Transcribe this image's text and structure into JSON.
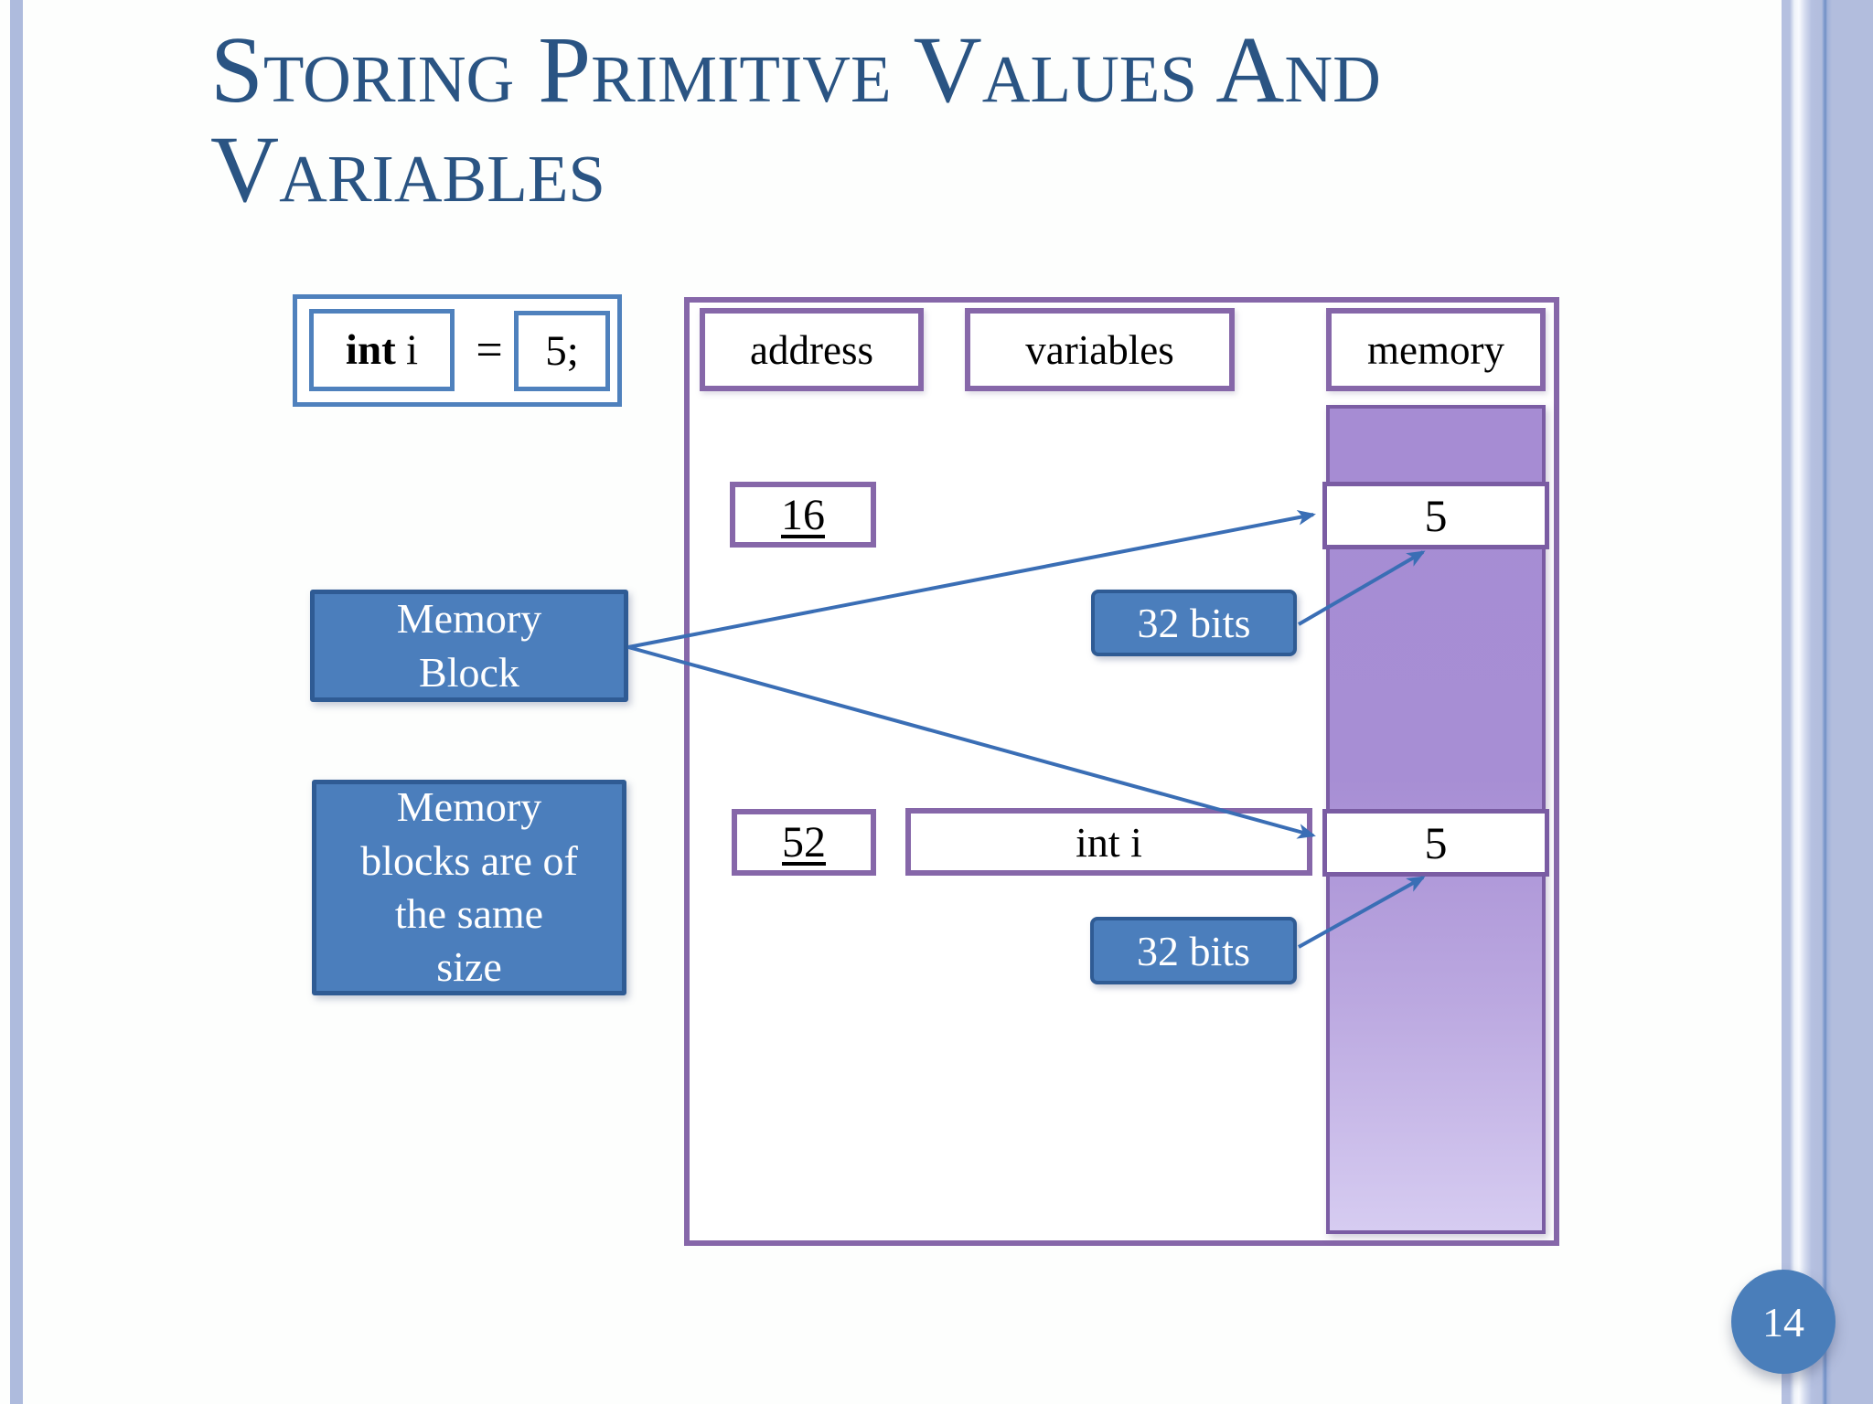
{
  "slide": {
    "title_lines": [
      "Storing Primitive Values And",
      "Variables"
    ],
    "page_number": "14"
  },
  "code": {
    "keyword": "int",
    "variable": "i",
    "equals": "=",
    "value": "5;"
  },
  "table": {
    "headers": {
      "address": "address",
      "variables": "variables",
      "memory": "memory"
    },
    "row1": {
      "address": "16",
      "variable": "",
      "value": "5",
      "bits": "32 bits"
    },
    "row2": {
      "address": "52",
      "variable": "int i",
      "value": "5",
      "bits": "32 bits"
    }
  },
  "callouts": {
    "memory_block_lines": [
      "Memory",
      "Block"
    ],
    "same_size_lines": [
      "Memory",
      "blocks are of",
      "the same",
      "size"
    ]
  },
  "colors": {
    "title": "#2a5483",
    "accent_blue_fill": "#4b7ebc",
    "accent_blue_border": "#2f5b94",
    "purple_border": "#8667a9",
    "memory_fill_top": "#a68cd3",
    "memory_fill_bottom": "#d6ccf1",
    "arrow": "#3a6eb5",
    "side_stripe": "#aebbdd"
  }
}
